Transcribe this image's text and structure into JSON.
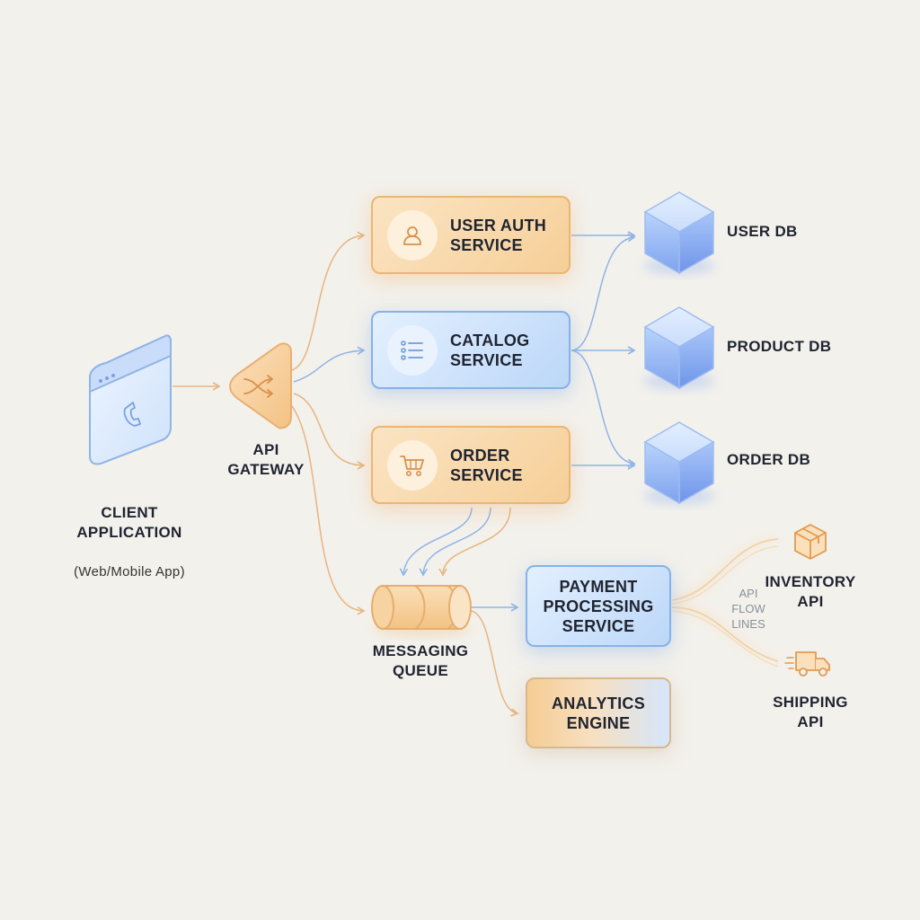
{
  "diagram": {
    "client": {
      "title": "CLIENT\nAPPLICATION",
      "subtitle": "(Web/Mobile App)"
    },
    "gateway": {
      "label": "API\nGATEWAY"
    },
    "services": {
      "user_auth": "USER AUTH\nSERVICE",
      "catalog": "CATALOG\nSERVICE",
      "order": "ORDER\nSERVICE",
      "payment": "PAYMENT\nPROCESSING\nSERVICE",
      "analytics": "ANALYTICS\nENGINE"
    },
    "queue": {
      "label": "MESSAGING\nQUEUE"
    },
    "databases": {
      "user_db": "USER DB",
      "product_db": "PRODUCT DB",
      "order_db": "ORDER DB"
    },
    "external": {
      "inventory": "INVENTORY\nAPI",
      "shipping": "SHIPPING\nAPI",
      "flow_note": "API\nFLOW\nLINES"
    },
    "colors": {
      "orange_accent": "#eab674",
      "blue_accent": "#86b2e8",
      "db_blue": "#7fa6ee",
      "background": "#f3f1ec"
    },
    "icons": {
      "client": "browser-phone-icon",
      "gateway": "shuffle-icon",
      "user_auth": "user-icon",
      "catalog": "list-icon",
      "order": "shopping-cart-icon",
      "database": "cube-icon",
      "queue": "cylinder-icon",
      "inventory": "package-icon",
      "shipping": "delivery-truck-icon"
    }
  }
}
